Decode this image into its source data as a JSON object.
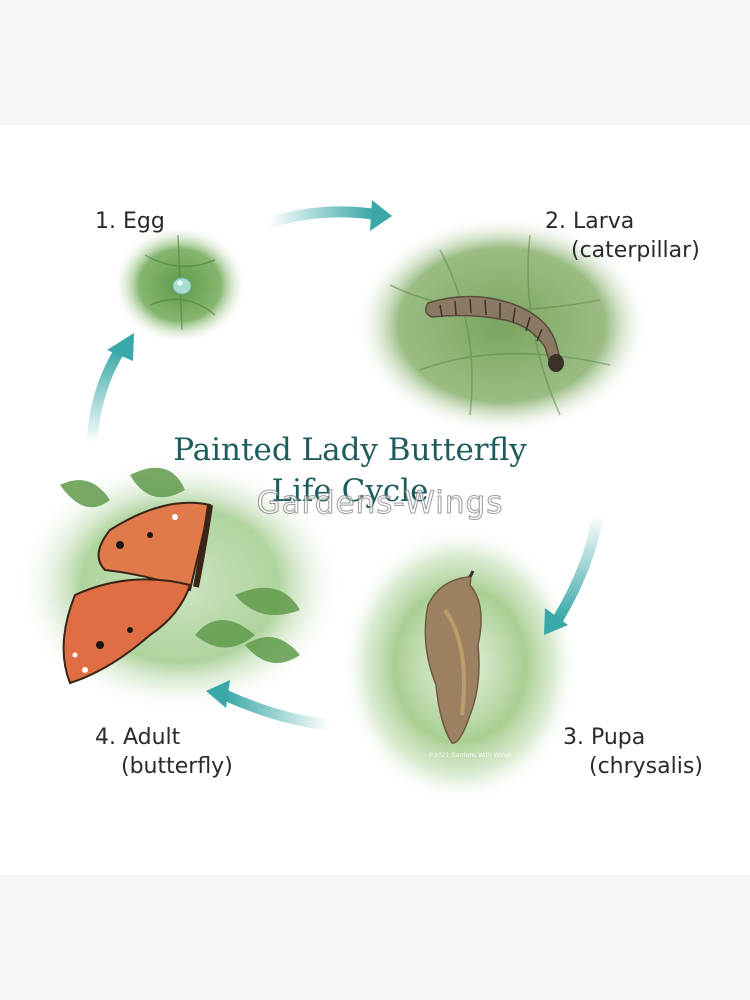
{
  "diagram": {
    "title": {
      "line1": "Painted Lady Butterfly",
      "line2": "Life Cycle"
    },
    "watermark": "Gardens-Wings",
    "copyright": "©2021 Gardens With Wings",
    "stages": [
      {
        "label": "1. Egg",
        "sublabel": ""
      },
      {
        "label": "2. Larva",
        "sublabel": "(caterpillar)"
      },
      {
        "label": "3. Pupa",
        "sublabel": "(chrysalis)"
      },
      {
        "label": "4. Adult",
        "sublabel": "(butterfly)"
      }
    ],
    "colors": {
      "arrow": "#3aa8a8",
      "title": "#1f5c5e",
      "leaf": "#6fa85a",
      "background": "#ffffff",
      "band": "#f6f6f6"
    }
  }
}
